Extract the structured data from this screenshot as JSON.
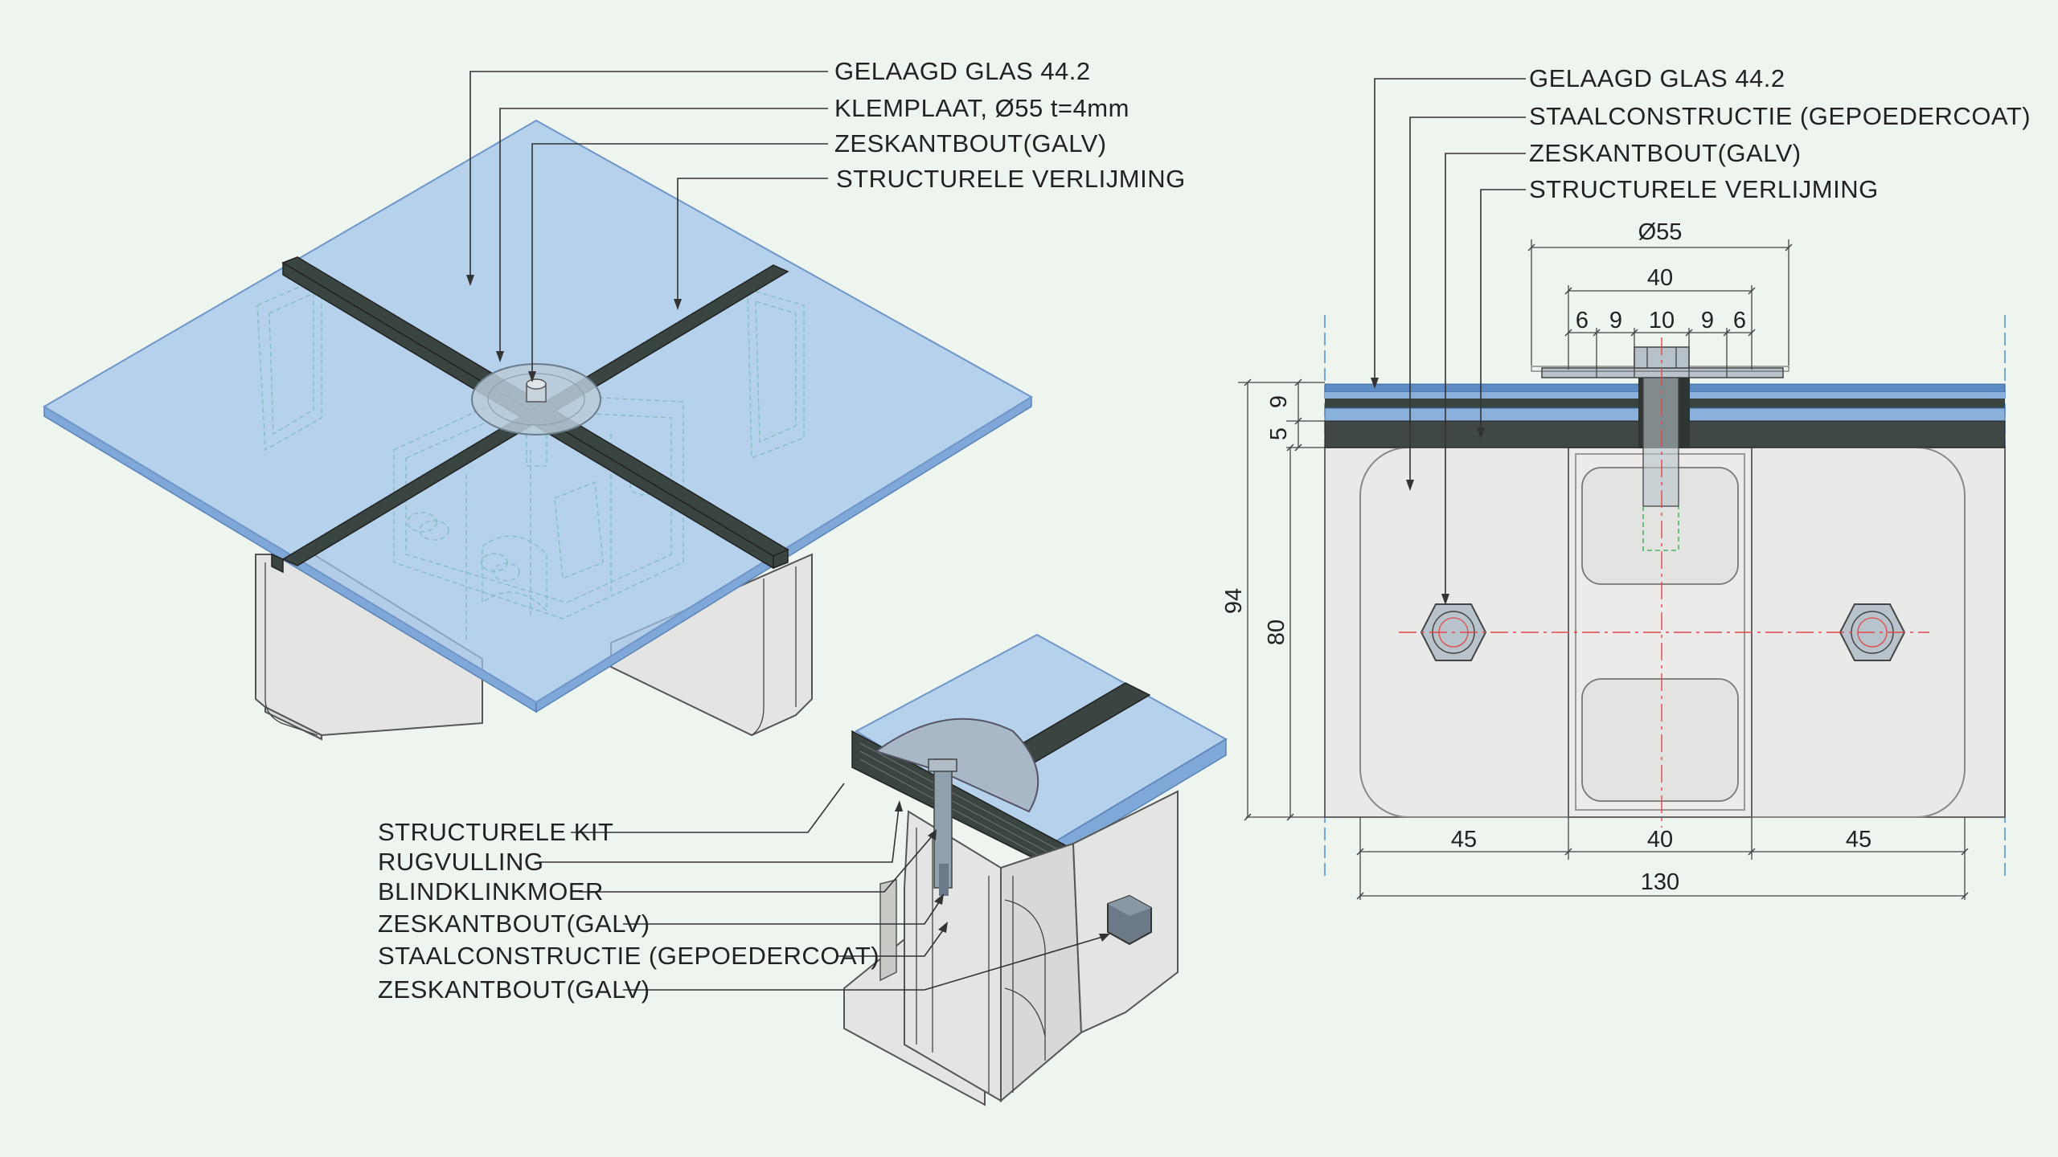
{
  "iso_view": {
    "labels": [
      "GELAAGD GLAS 44.2",
      "KLEMPLAAT, Ø55 t=4mm",
      "ZESKANTBOUT(GALV)",
      "STRUCTURELE VERLIJMING"
    ]
  },
  "section_view": {
    "labels": [
      "STRUCTURELE KIT",
      "RUGVULLING",
      "BLINDKLINKMOER",
      "ZESKANTBOUT(GALV)",
      "STAALCONSTRUCTIE (GEPOEDERCOAT)",
      "ZESKANTBOUT(GALV)"
    ]
  },
  "front_view": {
    "labels": [
      "GELAAGD GLAS 44.2",
      "STAALCONSTRUCTIE (GEPOEDERCOAT)",
      "ZESKANTBOUT(GALV)",
      "STRUCTURELE VERLIJMING"
    ],
    "dims": {
      "plate_diameter": "Ø55",
      "top_width": "40",
      "top_segments": [
        "6",
        "9",
        "10",
        "9",
        "6"
      ],
      "left_small": [
        "9",
        "5"
      ],
      "height_total": "94",
      "height_tube": "80",
      "bottom_segments": [
        "45",
        "40",
        "45"
      ],
      "bottom_total": "130"
    }
  },
  "colors": {
    "background": "#eef5ee",
    "glass": "#9fc3ec",
    "sealant": "#3a4440",
    "steel": "#e4e4e2",
    "hidden_lines": "#2fa84a",
    "center_lines": "#e04848"
  }
}
